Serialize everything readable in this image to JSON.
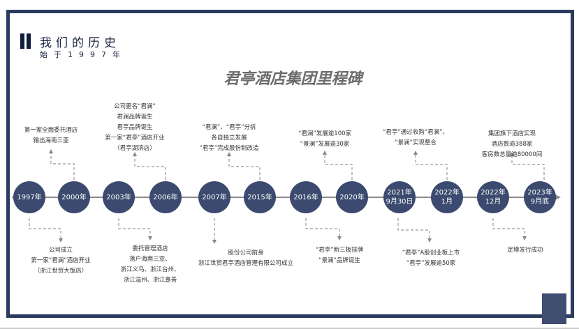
{
  "header": {
    "title": "我们的历史",
    "subtitle": "始于1997年"
  },
  "main_title": "君亭酒店集团里程碑",
  "colors": {
    "frame": "#2b3a5f",
    "node": "#3b4a6e",
    "heading_bar": "#0f1b3a"
  },
  "milestones": [
    {
      "label": "1997年",
      "note": [
        "公司成立",
        "第一家“君澜”酒店开业",
        "（浙江世贸大饭店）"
      ]
    },
    {
      "label": "2000年",
      "note": [
        "第一家全面委托酒店",
        "输出海南三亚"
      ]
    },
    {
      "label": "2003年",
      "note": [
        "委托管理酒店",
        "落户海南三亚、",
        "浙江义乌、浙江台州、",
        "浙江温州、浙江嘉善"
      ]
    },
    {
      "label": "2006年",
      "note": [
        "公司更名“君澜”",
        "君澜品牌诞生",
        "君亭品牌诞生",
        "第一家“君亭”酒店开业",
        "（君亭湖滨店）"
      ]
    },
    {
      "label": "2007年",
      "note": [
        "股份公司前身",
        "浙江世贸君亭酒店管理有限公司成立"
      ]
    },
    {
      "label": "2015年",
      "note": [
        "“君澜”、“君亭”分拆",
        "各自独立发展",
        "“君亭”完成股份制改造"
      ]
    },
    {
      "label": "2016年",
      "note": [
        "“君亭”新三板挂牌",
        "“景澜”品牌诞生"
      ]
    },
    {
      "label": "2020年",
      "note": [
        "“君澜”发展逾100家",
        "“景澜”发展逾30家"
      ]
    },
    {
      "label": "2021年\n9月30日",
      "note": [
        "“君亭”A股创业板上市",
        "“君亭”发展逾50家"
      ]
    },
    {
      "label": "2022年\n1月",
      "note": [
        "“君亭”通过收购“君澜”、",
        "“景澜”实现整合"
      ]
    },
    {
      "label": "2022年\n12月",
      "note": [
        "定增发行成功"
      ]
    },
    {
      "label": "2023年\n9月底",
      "note": [
        "集团旗下酒店实现",
        "酒店数逾388家",
        "客房数总量逾80000间"
      ]
    }
  ]
}
